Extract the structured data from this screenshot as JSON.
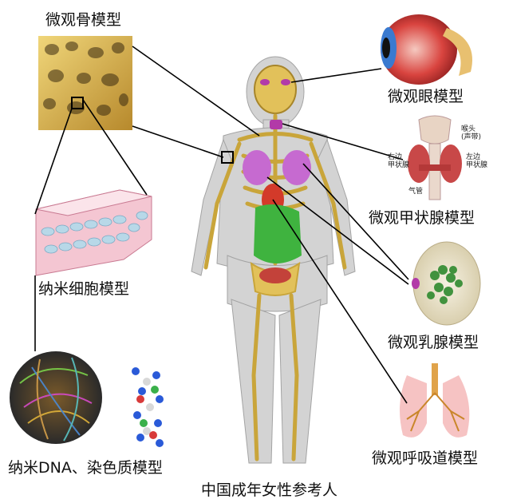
{
  "labels": {
    "bone": "微观骨模型",
    "eye": "微观眼模型",
    "thyroid": "微观甲状腺模型",
    "cell": "纳米细胞模型",
    "breast": "微观乳腺模型",
    "dna": "纳米DNA、染色质模型",
    "airway": "微观呼吸道模型",
    "phantom": "中国成年女性参考人"
  },
  "thyroid_annotations": {
    "larynx": "喉头",
    "vocal_cords": "(声带)",
    "right_lobe_1": "右边",
    "right_lobe_2": "甲状腺",
    "left_lobe_1": "左边",
    "left_lobe_2": "甲状腺",
    "trachea": "气管"
  },
  "colors": {
    "bone": "#d9b24a",
    "skin": "#c9c9c9",
    "lung": "#e06f9a",
    "organ_green": "#3fb33f",
    "connector": "#000000"
  }
}
